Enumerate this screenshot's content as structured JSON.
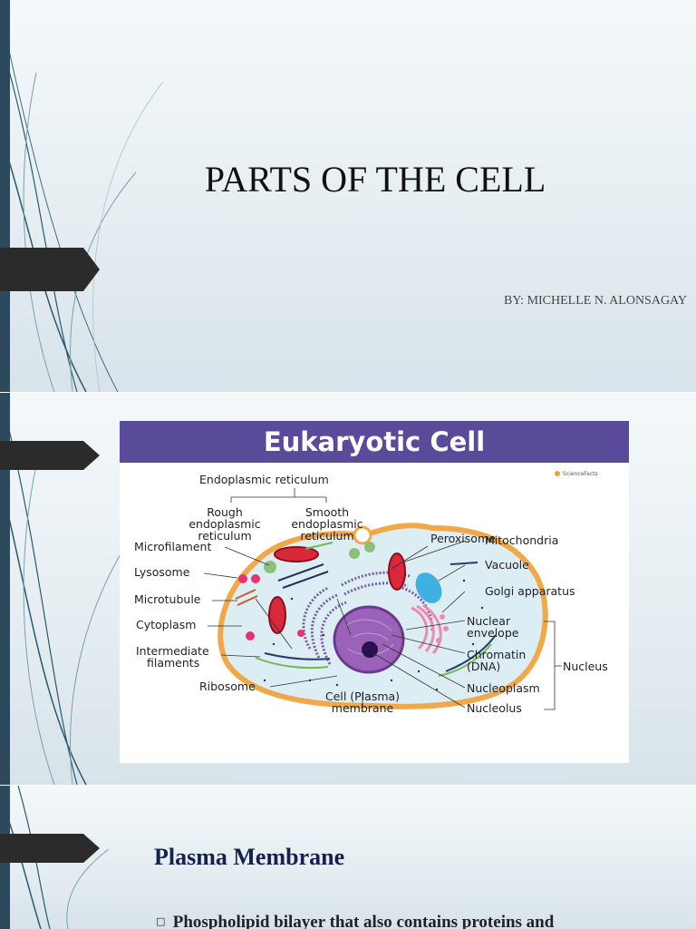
{
  "slides": [
    {
      "title": "PARTS OF THE CELL",
      "byline": "BY: MICHELLE N. ALONSAGAY"
    },
    {
      "figure": {
        "heading": "Eukaryotic Cell",
        "watermark": "ScienceFacts",
        "colors": {
          "header": "#5a4a9a",
          "membrane": "#f0a848",
          "cytoplasm": "#dceef4",
          "nucleus": "#9a62b8"
        },
        "labels": {
          "endoplasmic_reticulum": "Endoplasmic reticulum",
          "rough_er": [
            "Rough",
            "endoplasmic",
            "reticulum"
          ],
          "smooth_er": [
            "Smooth",
            "endoplasmic",
            "reticulum"
          ],
          "peroxisome": "Peroxisome",
          "microfilament": "Microfilament",
          "mitochondria": "Mitochondria",
          "lysosome": "Lysosome",
          "vacuole": "Vacuole",
          "microtubule": "Microtubule",
          "golgi": "Golgi apparatus",
          "cytoplasm": "Cytoplasm",
          "nuclear_envelope": [
            "Nuclear",
            "envelope"
          ],
          "intermediate_filaments": [
            "Intermediate",
            "filaments"
          ],
          "chromatin": [
            "Chromatin",
            "(DNA)"
          ],
          "nucleus": "Nucleus",
          "ribosome": "Ribosome",
          "cell_membrane": [
            "Cell (Plasma)",
            "membrane"
          ],
          "nucleoplasm": "Nucleoplasm",
          "nucleolus": "Nucleolus"
        }
      }
    },
    {
      "heading": "Plasma Membrane",
      "bullet_icon": "square-bullet-icon",
      "bullet": "Phospholipid bilayer that also contains proteins and"
    }
  ]
}
